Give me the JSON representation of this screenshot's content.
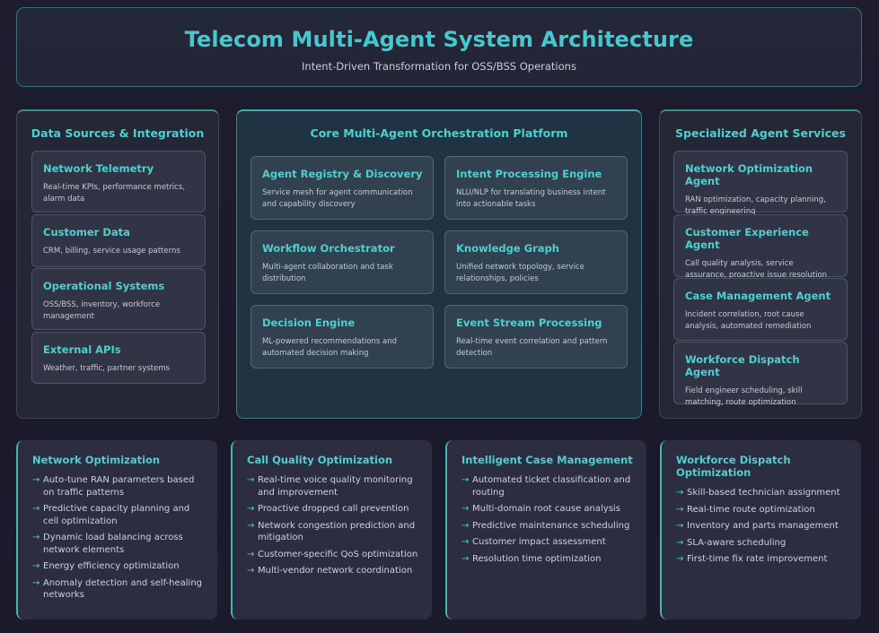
{
  "header": {
    "title": "Telecom Multi-Agent System Architecture",
    "subtitle": "Intent-Driven Transformation for OSS/BSS Operations"
  },
  "data_sources": {
    "title": "Data Sources & Integration",
    "items": [
      {
        "title": "Network Telemetry",
        "desc": "Real-time KPIs, performance metrics, alarm data"
      },
      {
        "title": "Customer Data",
        "desc": "CRM, billing, service usage patterns"
      },
      {
        "title": "Operational Systems",
        "desc": "OSS/BSS, inventory, workforce management"
      },
      {
        "title": "External APIs",
        "desc": "Weather, traffic, partner systems"
      }
    ]
  },
  "core_platform": {
    "title": "Core Multi-Agent Orchestration Platform",
    "items": [
      {
        "title": "Agent Registry & Discovery",
        "desc": "Service mesh for agent communication and capability discovery"
      },
      {
        "title": "Intent Processing Engine",
        "desc": "NLU/NLP for translating business intent into actionable tasks"
      },
      {
        "title": "Workflow Orchestrator",
        "desc": "Multi-agent collaboration and task distribution"
      },
      {
        "title": "Knowledge Graph",
        "desc": "Unified network topology, service relationships, policies"
      },
      {
        "title": "Decision Engine",
        "desc": "ML-powered recommendations and automated decision making"
      },
      {
        "title": "Event Stream Processing",
        "desc": "Real-time event correlation and pattern detection"
      }
    ]
  },
  "agent_services": {
    "title": "Specialized Agent Services",
    "items": [
      {
        "title": "Network Optimization Agent",
        "desc": "RAN optimization, capacity planning, traffic engineering"
      },
      {
        "title": "Customer Experience Agent",
        "desc": "Call quality analysis, service assurance, proactive issue resolution"
      },
      {
        "title": "Case Management Agent",
        "desc": "Incident correlation, root cause analysis, automated remediation"
      },
      {
        "title": "Workforce Dispatch Agent",
        "desc": "Field engineer scheduling, skill matching, route optimization"
      }
    ]
  },
  "use_cases": [
    {
      "title": "Network Optimization",
      "items": [
        "Auto-tune RAN parameters based on traffic patterns",
        "Predictive capacity planning and cell optimization",
        "Dynamic load balancing across network elements",
        "Energy efficiency optimization",
        "Anomaly detection and self-healing networks"
      ]
    },
    {
      "title": "Call Quality Optimization",
      "items": [
        "Real-time voice quality monitoring and improvement",
        "Proactive dropped call prevention",
        "Network congestion prediction and mitigation",
        "Customer-specific QoS optimization",
        "Multi-vendor network coordination"
      ]
    },
    {
      "title": "Intelligent Case Management",
      "items": [
        "Automated ticket classification and routing",
        "Multi-domain root cause analysis",
        "Predictive maintenance scheduling",
        "Customer impact assessment",
        "Resolution time optimization"
      ]
    },
    {
      "title": "Workforce Dispatch Optimization",
      "items": [
        "Skill-based technician assignment",
        "Real-time route optimization",
        "Inventory and parts management",
        "SLA-aware scheduling",
        "First-time fix rate improvement"
      ]
    }
  ],
  "bullet_symbol": "→",
  "colors": {
    "accent": "#4fd0cf",
    "title": "#45c9cf",
    "background": "#1d1d2e"
  }
}
